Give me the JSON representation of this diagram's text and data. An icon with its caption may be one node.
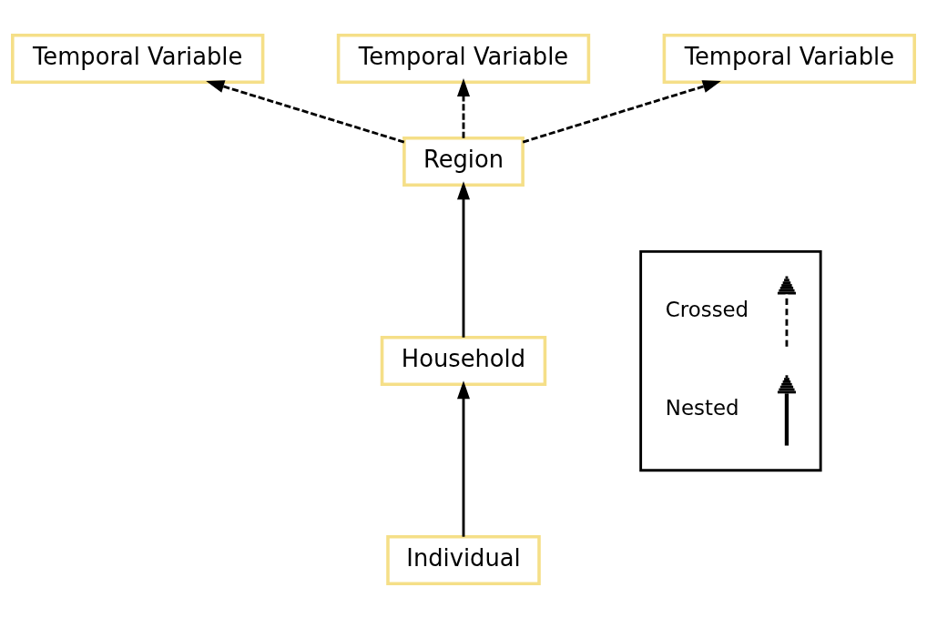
{
  "diagram": {
    "nodes": [
      {
        "text": [
          "Temporal Variable"
        ]
      },
      {
        "text": [
          "Temporal Variable"
        ]
      },
      {
        "text": [
          "Temporal Variable"
        ]
      },
      {
        "text": [
          "Region"
        ]
      },
      {
        "text": [
          "Household"
        ]
      },
      {
        "text": [
          "Individual"
        ]
      }
    ],
    "edges": [
      {
        "from": 3,
        "to": 0,
        "arrow": "to",
        "style": "dashed"
      },
      {
        "from": 3,
        "to": 1,
        "arrow": "to",
        "style": "dashed"
      },
      {
        "from": 3,
        "to": 2,
        "arrow": "to",
        "style": "dashed"
      },
      {
        "from": 4,
        "to": 3,
        "arrow": "to"
      },
      {
        "from": 5,
        "to": 4,
        "arrow": "to"
      }
    ],
    "legend": [
      {
        "text": "Crossed"
      },
      {
        "text": "Nested"
      }
    ]
  }
}
